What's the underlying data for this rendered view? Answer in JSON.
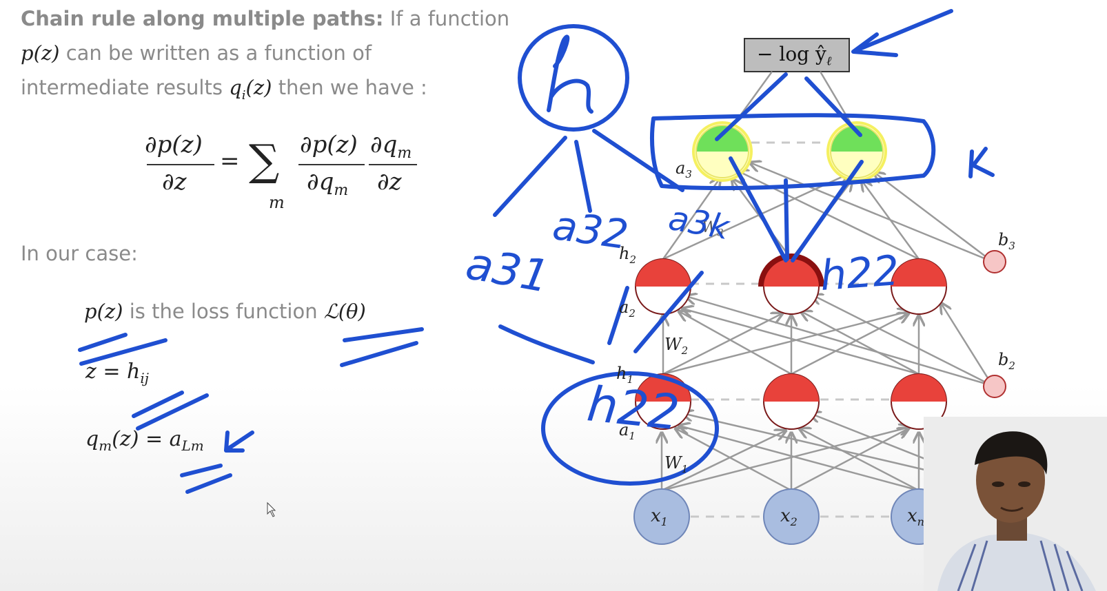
{
  "slide": {
    "intro_bold": "Chain rule along multiple paths:",
    "intro_rest": "If a function",
    "line2_func": "p(z)",
    "line2_rest": "can be written as a function of",
    "line3_pre": "intermediate results",
    "line3_func": "q",
    "line3_sub": "i",
    "line3_arg": "(z)",
    "line3_rest": "then we have :",
    "formula": {
      "lhs_num": "∂p(z)",
      "lhs_den": "∂z",
      "equals": "=",
      "sum": "∑",
      "sum_index": "m",
      "rhs1_num": "∂p(z)",
      "rhs1_den": "∂q",
      "rhs1_den_sub": "m",
      "rhs2_num": "∂q",
      "rhs2_num_sub": "m",
      "rhs2_den": "∂z"
    },
    "our_case": "In our case:",
    "case1_func": "p(z)",
    "case1_text": "is the loss function",
    "case1_loss": "ℒ(θ)",
    "case2_lhs": "z = h",
    "case2_sub": "ij",
    "case3_lhs": "q",
    "case3_sub": "m",
    "case3_mid": "(z) = a",
    "case3_sub2": "Lm"
  },
  "network": {
    "loss_box": "− log ŷ",
    "loss_sub": "ℓ",
    "a3": "a",
    "a3_sub": "3",
    "W3": "W",
    "W3_sub": "3",
    "b3": "b",
    "b3_sub": "3",
    "h2": "h",
    "h2_sub": "2",
    "a2": "a",
    "a2_sub": "2",
    "W2": "W",
    "W2_sub": "2",
    "b2": "b",
    "b2_sub": "2",
    "h1": "h",
    "h1_sub": "1",
    "a1": "a",
    "a1_sub": "1",
    "W1": "W",
    "W1_sub": "1",
    "inputs": [
      {
        "base": "x",
        "sub": "1"
      },
      {
        "base": "x",
        "sub": "2"
      },
      {
        "base": "x",
        "sub": "n"
      }
    ]
  },
  "annotations": {
    "h": "h",
    "a31": "a31",
    "a32": "a32",
    "a3k": "a3k",
    "h22_top": "h22",
    "h22_bottom": "h22",
    "k": "K"
  },
  "colors": {
    "text_gray": "#8a8a8a",
    "ink_blue": "#1f4fd1",
    "neuron_red": "#e8423b",
    "output_green": "#6fe05a",
    "input_blue": "#a9bde0",
    "edge_gray": "#9a9a9a"
  }
}
